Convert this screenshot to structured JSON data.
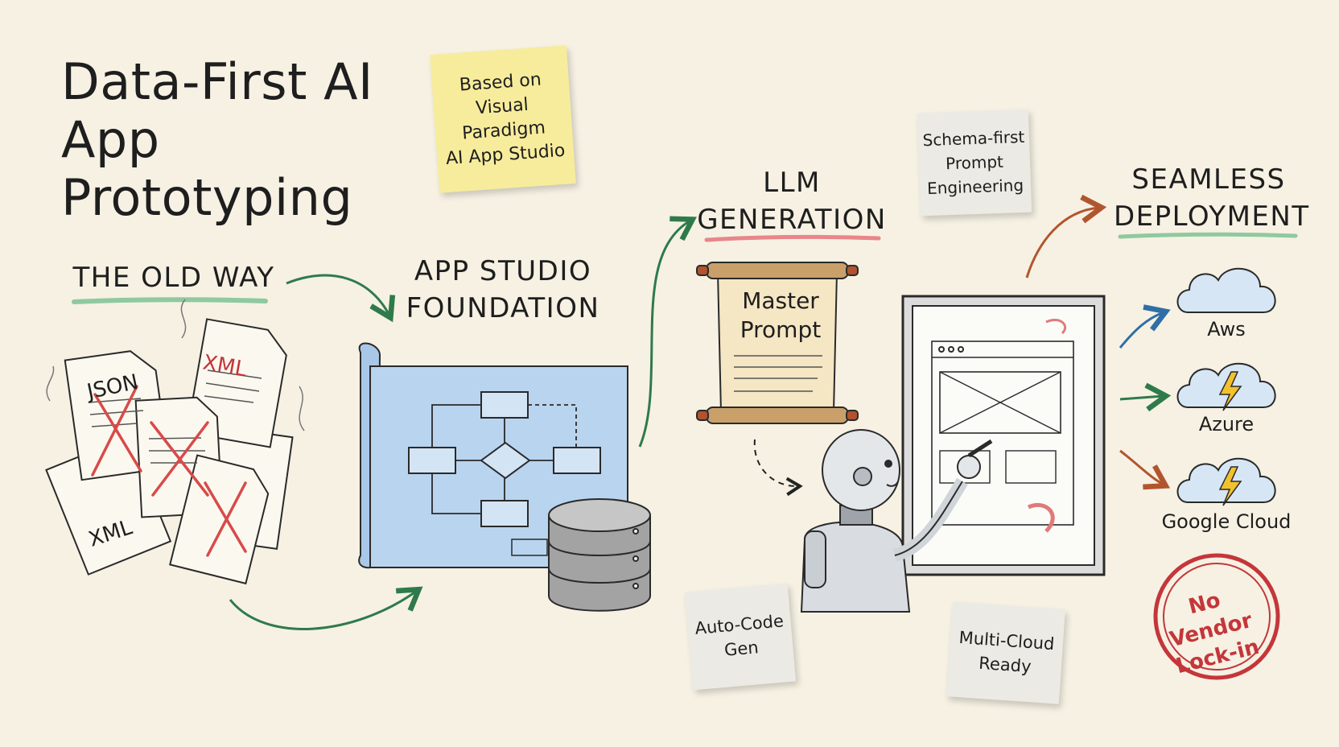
{
  "title": {
    "line1": "Data-First AI",
    "line2": "App Prototyping"
  },
  "sticky_source": {
    "line1": "Based on",
    "line2": "Visual Paradigm",
    "line3": "AI App Studio"
  },
  "sections": {
    "old_way": "THE OLD WAY",
    "foundation": {
      "line1": "APP STUDIO",
      "line2": "FOUNDATION"
    },
    "llm": {
      "line1": "LLM",
      "line2": "GENERATION"
    },
    "deployment": {
      "line1": "SEAMLESS",
      "line2": "DEPLOYMENT"
    }
  },
  "old_docs": [
    "JSON",
    "XML",
    "XML"
  ],
  "master_prompt": {
    "line1": "Master",
    "line2": "Prompt"
  },
  "notes": {
    "schema": {
      "line1": "Schema-first",
      "line2": "Prompt",
      "line3": "Engineering"
    },
    "auto_code": {
      "line1": "Auto-Code",
      "line2": "Gen"
    },
    "multi_cloud": {
      "line1": "Multi-Cloud",
      "line2": "Ready"
    }
  },
  "clouds": [
    "Aws",
    "Azure",
    "Google Cloud"
  ],
  "stamp": {
    "line1": "No Vendor",
    "line2": "Lock-in"
  },
  "colors": {
    "background": "#f6f1e3",
    "green_underline": "#8fc9a0",
    "red_underline": "#e8868a",
    "arrow_green": "#2f7a4b",
    "arrow_blue": "#2f6ea6",
    "arrow_rust": "#b2552e",
    "blueprint": "#b9d4ee",
    "sticky_yellow": "#f7ec9c",
    "stamp_red": "#c4363a"
  },
  "icons": [
    "document-icon",
    "blueprint-icon",
    "database-icon",
    "scroll-icon",
    "robot-icon",
    "whiteboard-icon",
    "cloud-icon",
    "lightning-icon",
    "stamp-icon"
  ]
}
